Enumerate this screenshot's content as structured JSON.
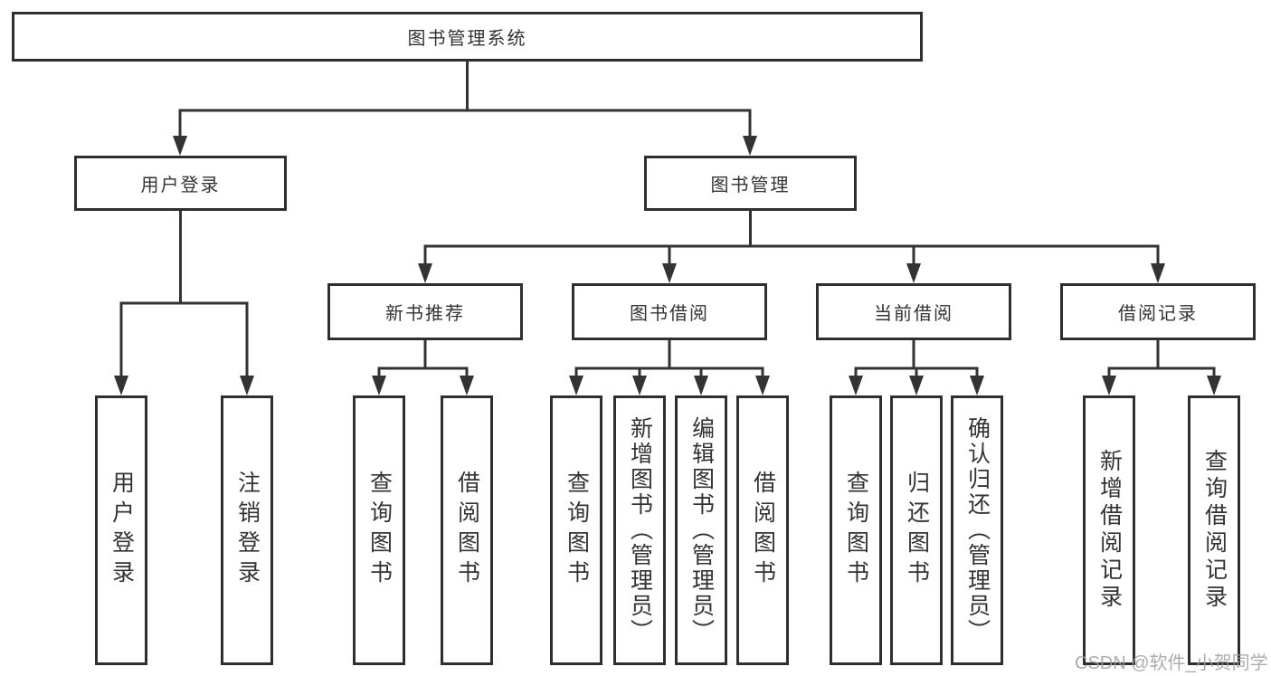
{
  "tree": {
    "root": {
      "label": "图书管理系统"
    },
    "branches": [
      {
        "label": "用户登录",
        "children": [
          "用户登录",
          "注销登录"
        ]
      },
      {
        "label": "图书管理",
        "sections": [
          {
            "label": "新书推荐",
            "children": [
              "查询图书",
              "借阅图书"
            ]
          },
          {
            "label": "图书借阅",
            "children": [
              "查询图书",
              "新增图书（管理员）",
              "编辑图书（管理员）",
              "借阅图书"
            ]
          },
          {
            "label": "当前借阅",
            "children": [
              "查询图书",
              "归还图书",
              "确认归还（管理员）"
            ]
          },
          {
            "label": "借阅记录",
            "children": [
              "新增借阅记录",
              "查询借阅记录"
            ]
          }
        ]
      }
    ]
  },
  "watermark": {
    "text": "CSDN @软件_小贺同学"
  },
  "colors": {
    "line": "#333333",
    "border": "#2f2f2f",
    "text": "#333333",
    "watermark": "#9e9e9e"
  }
}
